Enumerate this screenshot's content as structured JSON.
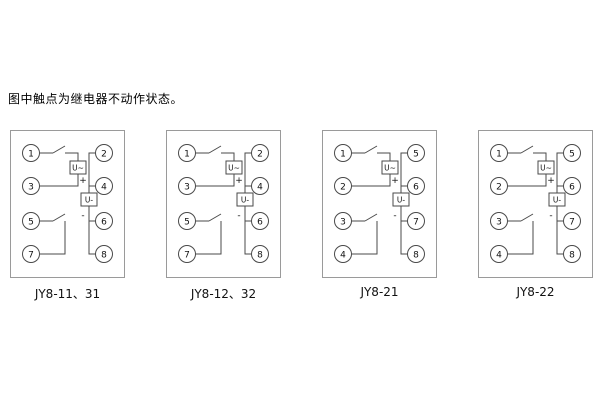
{
  "note": "图中触点为继电器不动作状态。",
  "components": {
    "ac_source": "U~",
    "dc_source": "U-",
    "plus": "+",
    "minus": "-"
  },
  "diagrams": [
    {
      "label": "JY8-11、31",
      "terminals": {
        "left": [
          "1",
          "3",
          "5",
          "7"
        ],
        "right": [
          "2",
          "4",
          "6",
          "8"
        ]
      }
    },
    {
      "label": "JY8-12、32",
      "terminals": {
        "left": [
          "1",
          "3",
          "5",
          "7"
        ],
        "right": [
          "2",
          "4",
          "6",
          "8"
        ]
      }
    },
    {
      "label": "JY8-21",
      "terminals": {
        "left": [
          "1",
          "2",
          "3",
          "4"
        ],
        "right": [
          "5",
          "6",
          "7",
          "8"
        ]
      }
    },
    {
      "label": "JY8-22",
      "terminals": {
        "left": [
          "1",
          "2",
          "3",
          "4"
        ],
        "right": [
          "5",
          "6",
          "7",
          "8"
        ]
      }
    }
  ]
}
